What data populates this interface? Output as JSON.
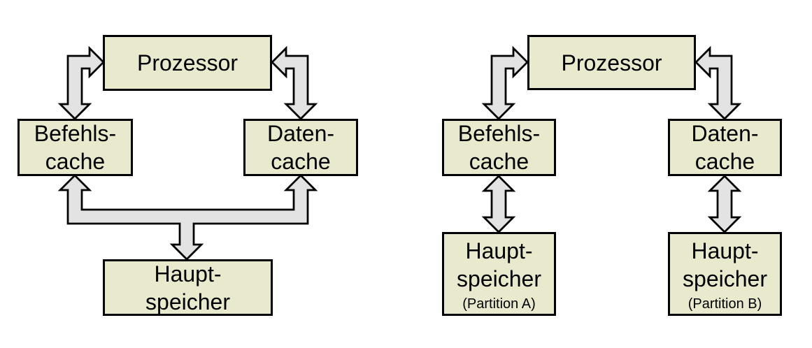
{
  "colors": {
    "background": "#ffffff",
    "box_fill": "#e9e9cd",
    "box_border": "#000000",
    "arrow_fill": "#e3e3e3",
    "arrow_outline": "#000000",
    "text": "#000000"
  },
  "left_diagram": {
    "description": "Processor with instruction cache and data cache sharing one main memory",
    "nodes": {
      "prozessor": {
        "lines": [
          "Prozessor"
        ]
      },
      "befehlscache": {
        "lines": [
          "Befehls-",
          "cache"
        ]
      },
      "datencache": {
        "lines": [
          "Daten-",
          "cache"
        ]
      },
      "hauptspeicher": {
        "lines": [
          "Haupt-",
          "speicher"
        ]
      }
    },
    "edges": [
      {
        "from": "Prozessor",
        "to": "Befehls-cache",
        "style": "double-headed bent arrow"
      },
      {
        "from": "Prozessor",
        "to": "Daten-cache",
        "style": "double-headed bent arrow"
      },
      {
        "from": "Haupt-speicher",
        "to": "Befehls-cache & Daten-cache",
        "style": "branched arrow with three heads"
      }
    ]
  },
  "right_diagram": {
    "description": "Processor with instruction cache and data cache, each with its own main memory partition",
    "nodes": {
      "prozessor": {
        "lines": [
          "Prozessor"
        ]
      },
      "befehlscache": {
        "lines": [
          "Befehls-",
          "cache"
        ]
      },
      "datencache": {
        "lines": [
          "Daten-",
          "cache"
        ]
      },
      "hauptspeicherA": {
        "lines": [
          "Haupt-",
          "speicher"
        ],
        "sub": "(Partition A)"
      },
      "hauptspeicherB": {
        "lines": [
          "Haupt-",
          "speicher"
        ],
        "sub": "(Partition B)"
      }
    },
    "edges": [
      {
        "from": "Prozessor",
        "to": "Befehls-cache",
        "style": "double-headed bent arrow"
      },
      {
        "from": "Prozessor",
        "to": "Daten-cache",
        "style": "double-headed bent arrow"
      },
      {
        "from": "Befehls-cache",
        "to": "Haupt-speicher (Partition A)",
        "style": "double-headed vertical arrow"
      },
      {
        "from": "Daten-cache",
        "to": "Haupt-speicher (Partition B)",
        "style": "double-headed vertical arrow"
      }
    ]
  }
}
